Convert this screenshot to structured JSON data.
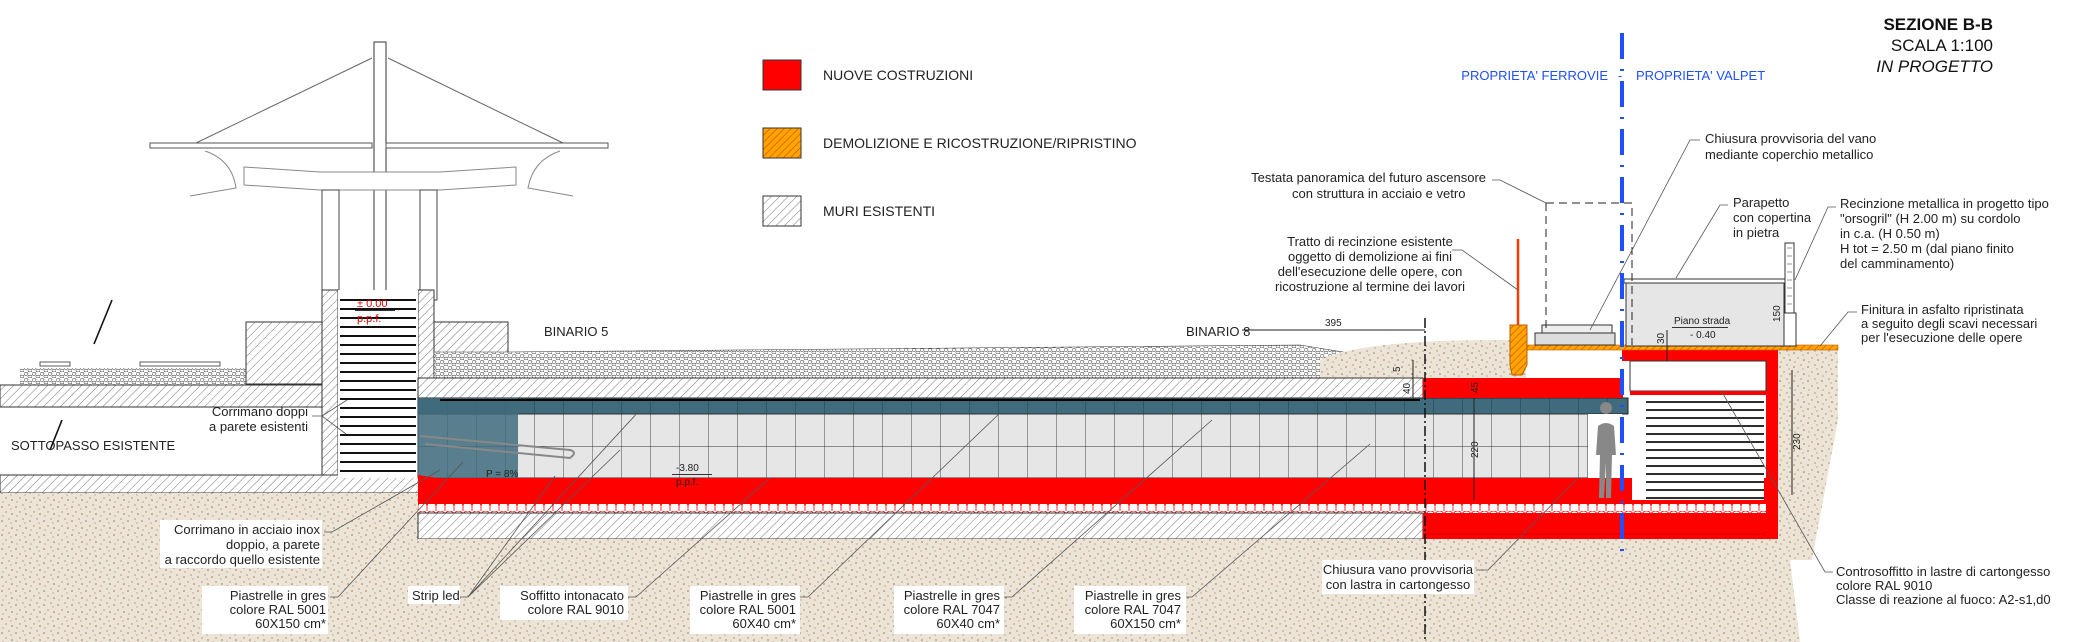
{
  "title": {
    "name": "SEZIONE B-B",
    "scale": "SCALA 1:100",
    "status": "IN PROGETTO"
  },
  "legend": [
    {
      "label": "NUOVE COSTRUZIONI",
      "color": "#ff0000"
    },
    {
      "label": "DEMOLIZIONE E RICOSTRUZIONE/RIPRISTINO",
      "color": "#ff9900"
    },
    {
      "label": "MURI ESISTENTI",
      "color": "#888888"
    }
  ],
  "property": {
    "left": "PROPRIETA' FERROVIE",
    "separator": "-",
    "right": "PROPRIETA' VALPET",
    "color": "#1f4fff"
  },
  "places": {
    "underpass": "SOTTOPASSO ESISTENTE",
    "track5": "BINARIO 5",
    "track8": "BINARIO 8"
  },
  "levels": {
    "top": "± 0.00",
    "top_ppf": "p.p.f.",
    "bottom": "-3.80",
    "bottom_ppf": "p.p.f.",
    "slope": "P = 8%",
    "road_label": "Piano strada",
    "road_value": "- 0.40"
  },
  "dimensions": {
    "d395": "395",
    "d5": "5",
    "d40": "40",
    "d45": "45",
    "d220": "220",
    "d30": "30",
    "d150": "150",
    "d230": "230"
  },
  "annotations": {
    "chiusura_vano": {
      "lines": [
        "Chiusura provvisoria del vano",
        "mediante coperchio metallico"
      ]
    },
    "testata": {
      "lines": [
        "Testata panoramica del futuro ascensore",
        "con struttura in acciaio e vetro"
      ]
    },
    "tratto": {
      "lines": [
        "Tratto di recinzione esistente",
        "oggetto di demolizione ai fini",
        "dell'esecuzione delle opere, con",
        "ricostruzione al termine dei lavori"
      ]
    },
    "parapetto": {
      "lines": [
        "Parapetto",
        "con copertina",
        "in pietra"
      ]
    },
    "recinzione": {
      "lines": [
        "Recinzione metallica in progetto tipo",
        "\"orsogril\" (H 2.00 m) su cordolo",
        "in c.a. (H 0.50 m)",
        "H tot = 2.50 m (dal piano finito",
        "del camminamento)"
      ]
    },
    "finitura": {
      "lines": [
        "Finitura in asfalto ripristinata",
        "a seguito degli scavi necessari",
        "per l'esecuzione delle opere"
      ]
    },
    "controsoffitto": {
      "lines": [
        "Controsoffitto in lastre di cartongesso",
        "colore RAL 9010",
        "Classe di reazione al fuoco: A2-s1,d0"
      ]
    },
    "chiusura_cartongesso": {
      "lines": [
        "Chiusura vano provvisoria",
        "con lastra in cartongesso"
      ]
    },
    "corrimano_doppi": {
      "lines": [
        "Corrimano doppi",
        "a parete esistenti"
      ]
    },
    "corrimano_inox": {
      "lines": [
        "Corrimano in acciaio inox",
        "doppio, a parete",
        "a raccordo quello esistente"
      ]
    },
    "piastrelle_5001_150": {
      "lines": [
        "Piastrelle in gres",
        "colore RAL 5001",
        "60X150 cm*"
      ]
    },
    "strip_led": {
      "lines": [
        "Strip led"
      ]
    },
    "soffitto": {
      "lines": [
        "Soffitto intonacato",
        "colore RAL 9010"
      ]
    },
    "piastrelle_5001_40": {
      "lines": [
        "Piastrelle in gres",
        "colore RAL 5001",
        "60X40 cm*"
      ]
    },
    "piastrelle_7047_40": {
      "lines": [
        "Piastrelle in gres",
        "colore RAL 7047",
        "60X40 cm*"
      ]
    },
    "piastrelle_7047_150": {
      "lines": [
        "Piastrelle in gres",
        "colore RAL 7047",
        "60X150 cm*"
      ]
    }
  }
}
